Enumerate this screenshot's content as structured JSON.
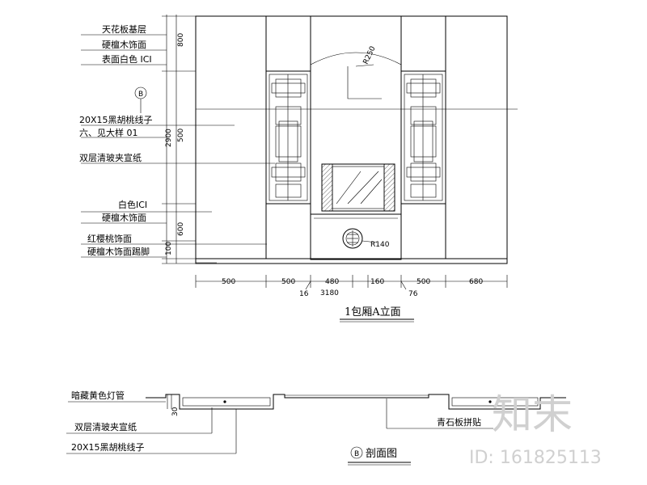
{
  "elevation": {
    "labels": {
      "l1": "天花板基层",
      "l2": "硬檀木饰面",
      "l3": "表面白色 ICI",
      "l4": "20X15黑胡桃线子",
      "l5": "六、见大样 01",
      "l6": "双层清玻夹宣纸",
      "l7": "白色ICI",
      "l8": "硬檀木饰面",
      "l9": "红樱桃饰面",
      "l10": "硬檀木饰面踢脚"
    },
    "section_marker": "B",
    "vertical_dims": {
      "d800": "800",
      "d2900": "2900",
      "d500": "500",
      "d600": "600",
      "d100": "100"
    },
    "radius_labels": {
      "r250": "R250",
      "r140": "R140"
    },
    "horizontal_dims": [
      "500",
      "500",
      "480",
      "160",
      "500",
      "680"
    ],
    "sub_dims": {
      "left": "16",
      "total": "3180",
      "right": "76"
    },
    "title": "1包厢A立面"
  },
  "section": {
    "labels": {
      "s1": "暗藏黄色灯管",
      "s2": "双层清玻夹宣纸",
      "s3": "20X15黑胡桃线子",
      "s4": "青石板拼贴"
    },
    "dim_30": "30",
    "marker": "B",
    "title": "剖面图"
  },
  "watermark": {
    "brand": "知末",
    "id": "ID: 161825113"
  }
}
